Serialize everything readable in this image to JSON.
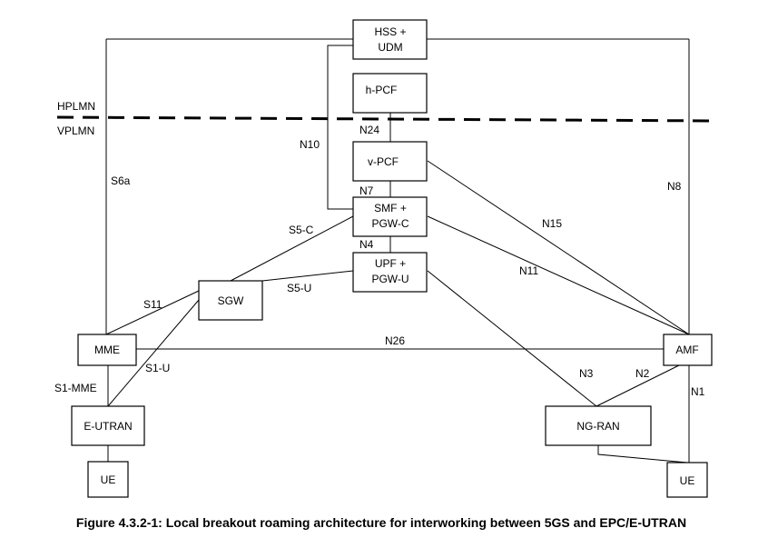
{
  "diagram": {
    "nodes": {
      "hss": [
        "HSS +",
        "UDM"
      ],
      "hpcf": [
        "h-PCF"
      ],
      "vpcf": [
        "v-PCF"
      ],
      "smf": [
        "SMF +",
        "PGW-C"
      ],
      "upf": [
        "UPF +",
        "PGW-U"
      ],
      "sgw": [
        "SGW"
      ],
      "mme": [
        "MME"
      ],
      "eutran": [
        "E-UTRAN"
      ],
      "ue_left": [
        "UE"
      ],
      "amf": [
        "AMF"
      ],
      "ngran": [
        "NG-RAN"
      ],
      "ue_right": [
        "UE"
      ]
    },
    "regions": {
      "hplmn": "HPLMN",
      "vplmn": "VPLMN"
    },
    "interfaces": {
      "s6a": "S6a",
      "n10": "N10",
      "n24": "N24",
      "n7": "N7",
      "n4": "N4",
      "n8": "N8",
      "n15": "N15",
      "n11": "N11",
      "s5c": "S5-C",
      "s5u": "S5-U",
      "s11": "S11",
      "s1u": "S1-U",
      "s1mme": "S1-MME",
      "n26": "N26",
      "n3": "N3",
      "n2": "N2",
      "n1": "N1"
    },
    "caption": "Figure 4.3.2-1: Local breakout roaming architecture for interworking between 5GS and EPC/E-UTRAN"
  }
}
